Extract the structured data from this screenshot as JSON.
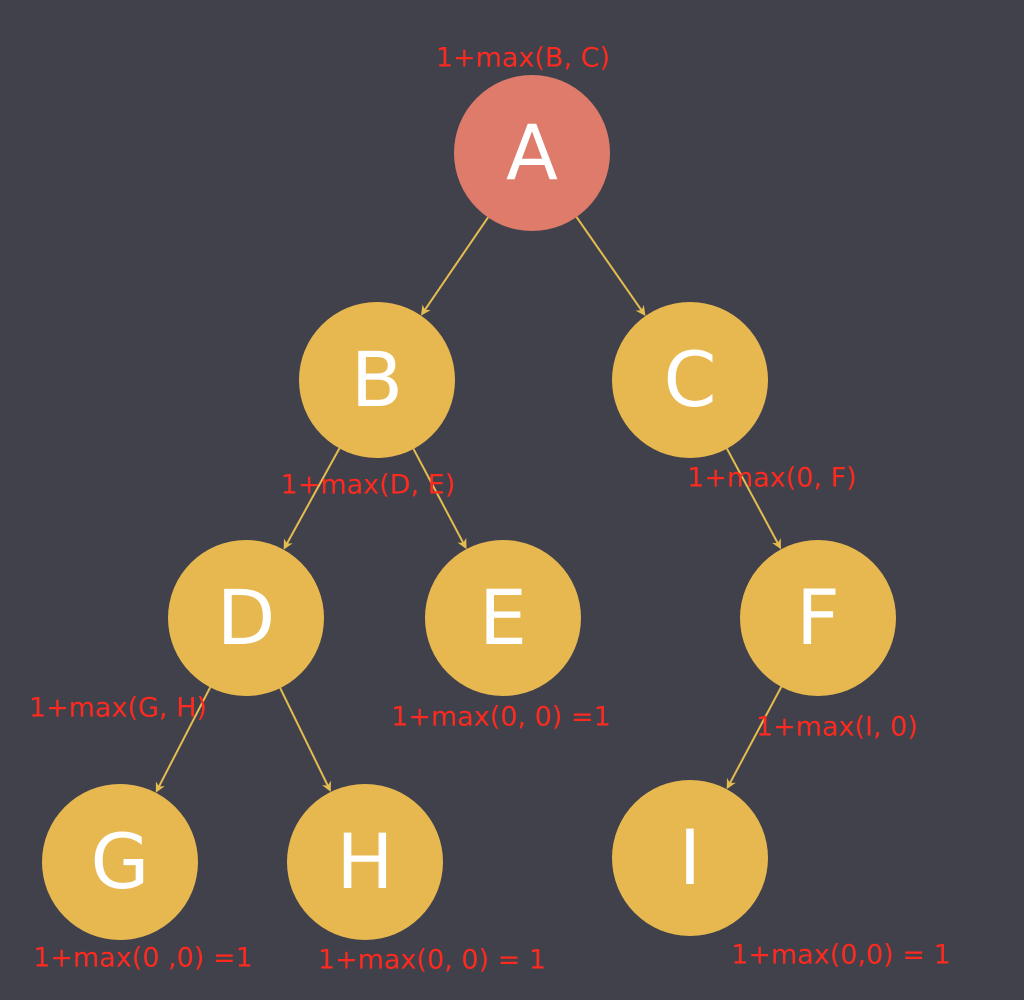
{
  "colors": {
    "background": "#40414b",
    "root_fill": "#df7b6b",
    "node_fill": "#e8b850",
    "edge": "#e5bc4f",
    "annotation": "#ff2a1f",
    "label_text": "#ffffff"
  },
  "nodes": [
    {
      "id": "A",
      "label": "A",
      "root": true
    },
    {
      "id": "B",
      "label": "B"
    },
    {
      "id": "C",
      "label": "C"
    },
    {
      "id": "D",
      "label": "D"
    },
    {
      "id": "E",
      "label": "E"
    },
    {
      "id": "F",
      "label": "F"
    },
    {
      "id": "G",
      "label": "G"
    },
    {
      "id": "H",
      "label": "H"
    },
    {
      "id": "I",
      "label": "I"
    }
  ],
  "edges": [
    {
      "from": "A",
      "to": "B"
    },
    {
      "from": "A",
      "to": "C"
    },
    {
      "from": "B",
      "to": "D"
    },
    {
      "from": "B",
      "to": "E"
    },
    {
      "from": "C",
      "to": "F"
    },
    {
      "from": "D",
      "to": "G"
    },
    {
      "from": "D",
      "to": "H"
    },
    {
      "from": "F",
      "to": "I"
    }
  ],
  "annotations": {
    "A": "1+max(B, C)",
    "B": "1+max(D, E)",
    "C": "1+max(0, F)",
    "D": "1+max(G, H)",
    "E": "1+max(0, 0) =1",
    "F": "1+max(I, 0)",
    "G": "1+max(0 ,0) =1",
    "H": "1+max(0, 0) = 1",
    "I": "1+max(0,0) = 1"
  }
}
